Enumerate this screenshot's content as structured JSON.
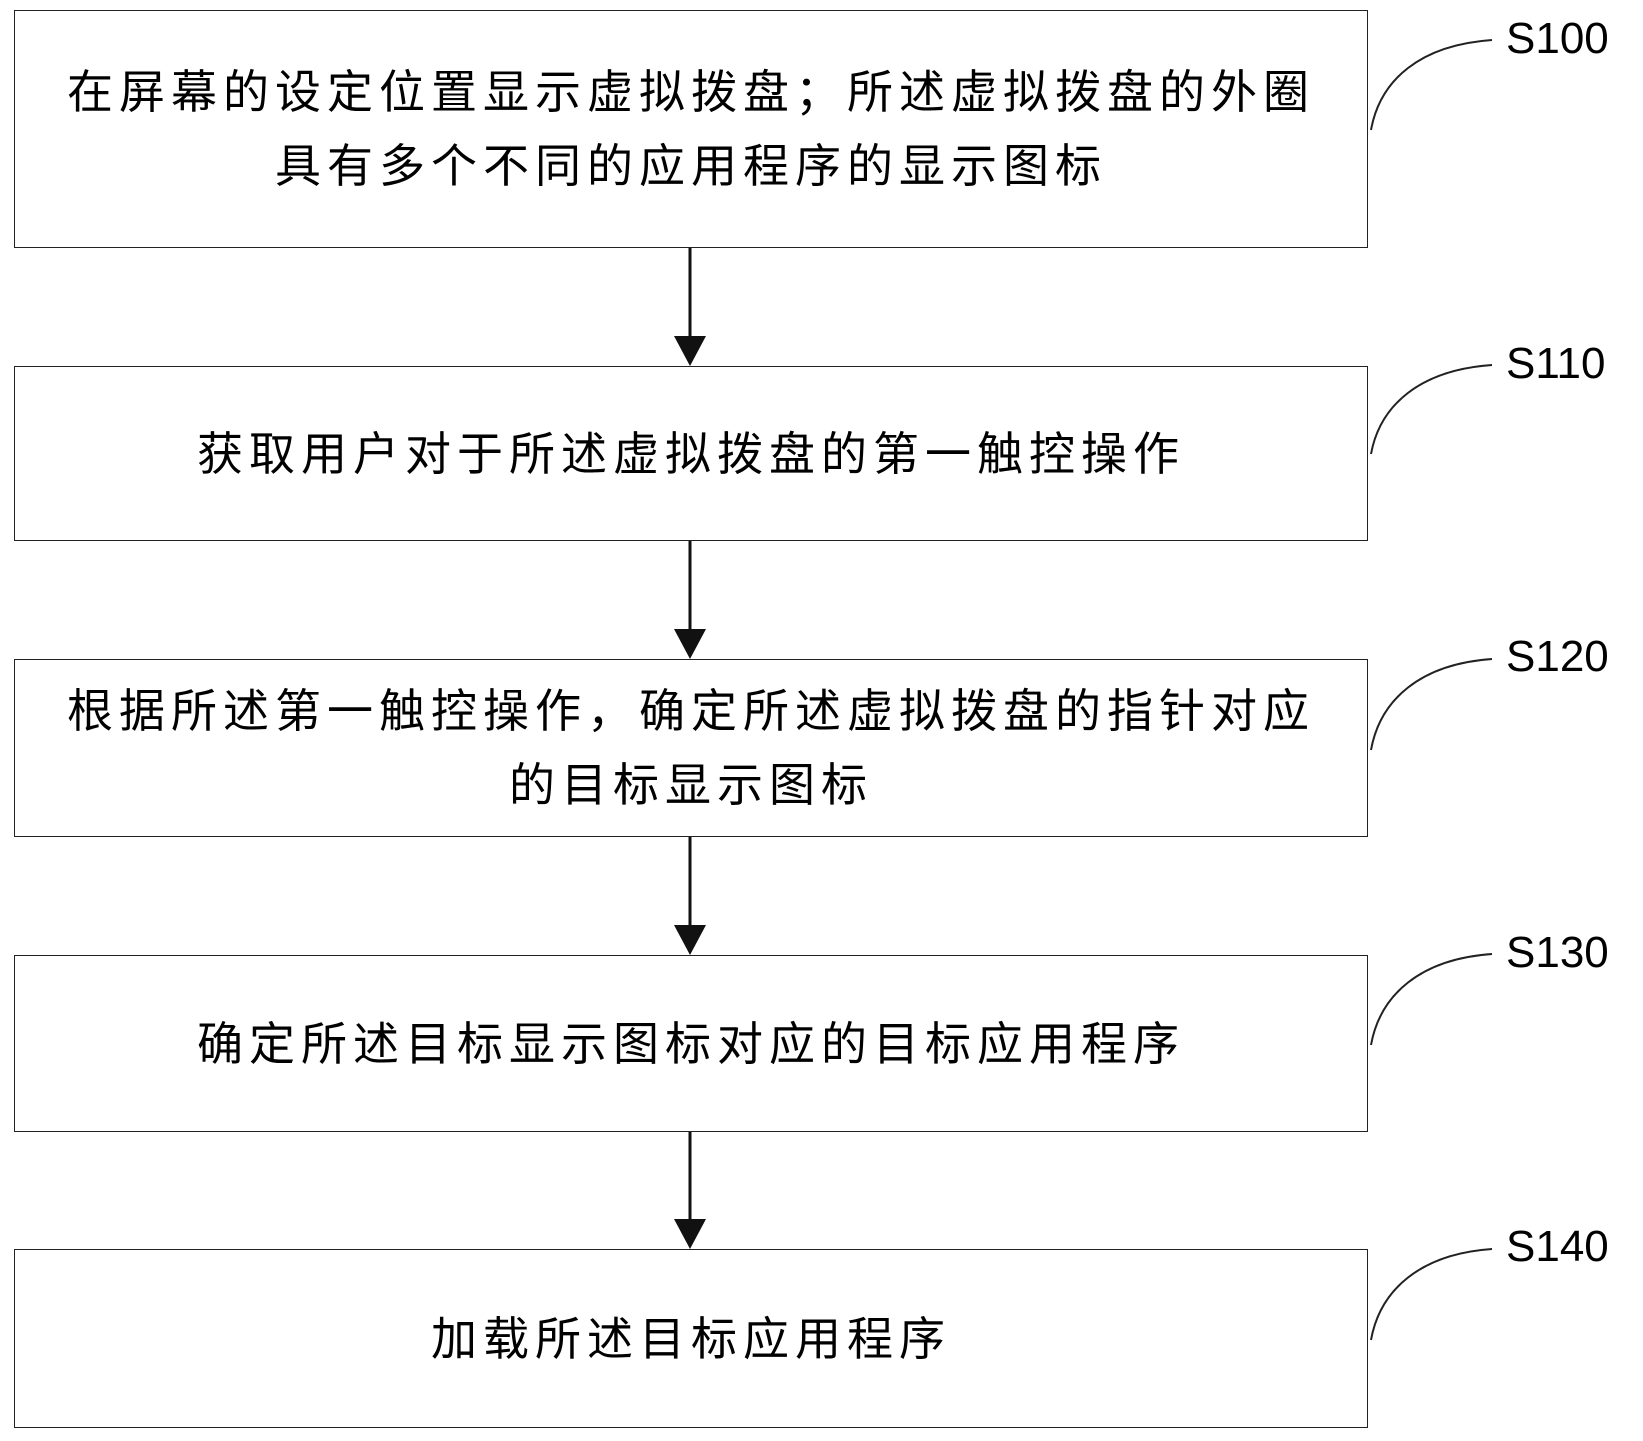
{
  "steps": [
    {
      "id": "S100",
      "label": "S100",
      "text": "在屏幕的设定位置显示虚拟拨盘；所述虚拟拨盘的外圈具有多个不同的应用程序的显示图标"
    },
    {
      "id": "S110",
      "label": "S110",
      "text": "获取用户对于所述虚拟拨盘的第一触控操作"
    },
    {
      "id": "S120",
      "label": "S120",
      "text": "根据所述第一触控操作，确定所述虚拟拨盘的指针对应的目标显示图标"
    },
    {
      "id": "S130",
      "label": "S130",
      "text": "确定所述目标显示图标对应的目标应用程序"
    },
    {
      "id": "S140",
      "label": "S140",
      "text": "加载所述目标应用程序"
    }
  ],
  "colors": {
    "line": "#222222",
    "text": "#000000",
    "background": "#ffffff"
  }
}
